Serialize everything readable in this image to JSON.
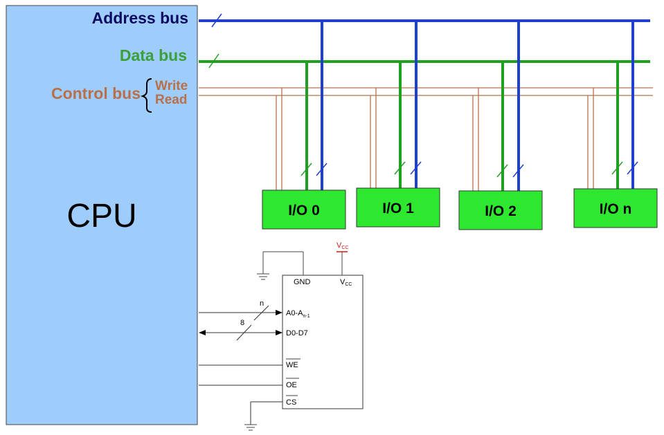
{
  "colors": {
    "address": "#1e3fd0",
    "data": "#20a020",
    "control": "#b8704a",
    "cpu_fill": "#9fcdfb",
    "io_fill": "#2ee830",
    "vcc_red": "#d01818",
    "black": "#000000"
  },
  "buses": {
    "address_label": "Address bus",
    "data_label": "Data bus",
    "control_label": "Control bus",
    "write_label": "Write",
    "read_label": "Read"
  },
  "cpu": {
    "label": "CPU"
  },
  "io_devices": [
    {
      "label": "I/O 0"
    },
    {
      "label": "I/O 1"
    },
    {
      "label": "I/O 2"
    },
    {
      "label": "I/O n"
    }
  ],
  "memory": {
    "gnd": "GND",
    "vcc": "V",
    "vcc_sub": "CC",
    "addr": "A0-A",
    "addr_sub": "n-1",
    "data": "D0-D7",
    "we": "WE",
    "oe": "OE",
    "cs": "CS",
    "addr_width": "n",
    "data_width": "8"
  }
}
